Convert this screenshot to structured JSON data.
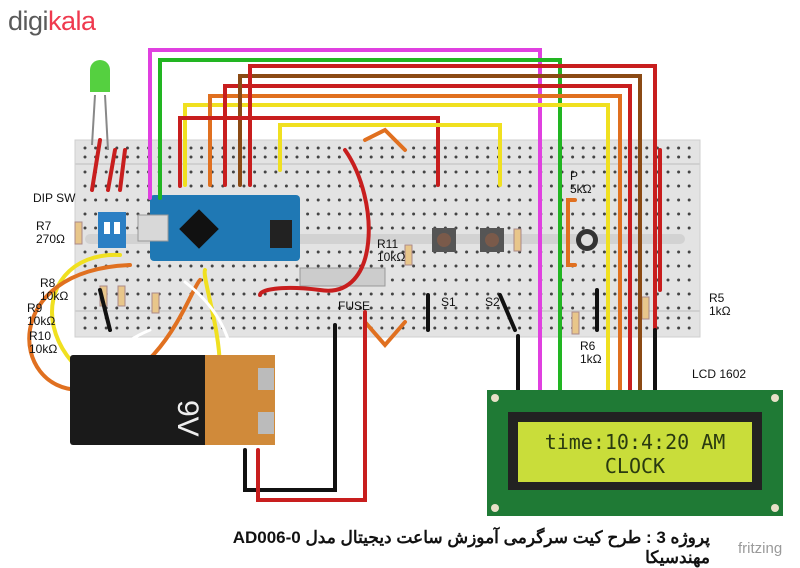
{
  "logo": {
    "part1": "digi",
    "part2": "kala"
  },
  "labels": {
    "dip_sw": "DIP SW",
    "r7": "R7\n270Ω",
    "r8": "R8\n10kΩ",
    "r9": "R9\n10kΩ",
    "r10": "R10\n10kΩ",
    "r11": "R11\n10kΩ",
    "fuse": "FUSE",
    "s1": "S1",
    "s2": "S2",
    "p": "P\n5kΩ",
    "r5": "R5\n1kΩ",
    "r6": "R6\n1kΩ",
    "lcd": "LCD 1602",
    "battery": "9V"
  },
  "lcd_display": {
    "line1": "time:10:4:20 AM",
    "line2": "CLOCK"
  },
  "caption": "پروژه 3 : طرح کیت سرگرمی آموزش ساعت دیجیتال مدل AD006-0 مهندسیکا",
  "watermark": "fritzing",
  "colors": {
    "breadboard": "#e3e3e3",
    "arduino": "#1f78b4",
    "lcd_pcb": "#1f7a35",
    "lcd_screen": "#c9dd3a",
    "logo_red": "#ef394e"
  }
}
